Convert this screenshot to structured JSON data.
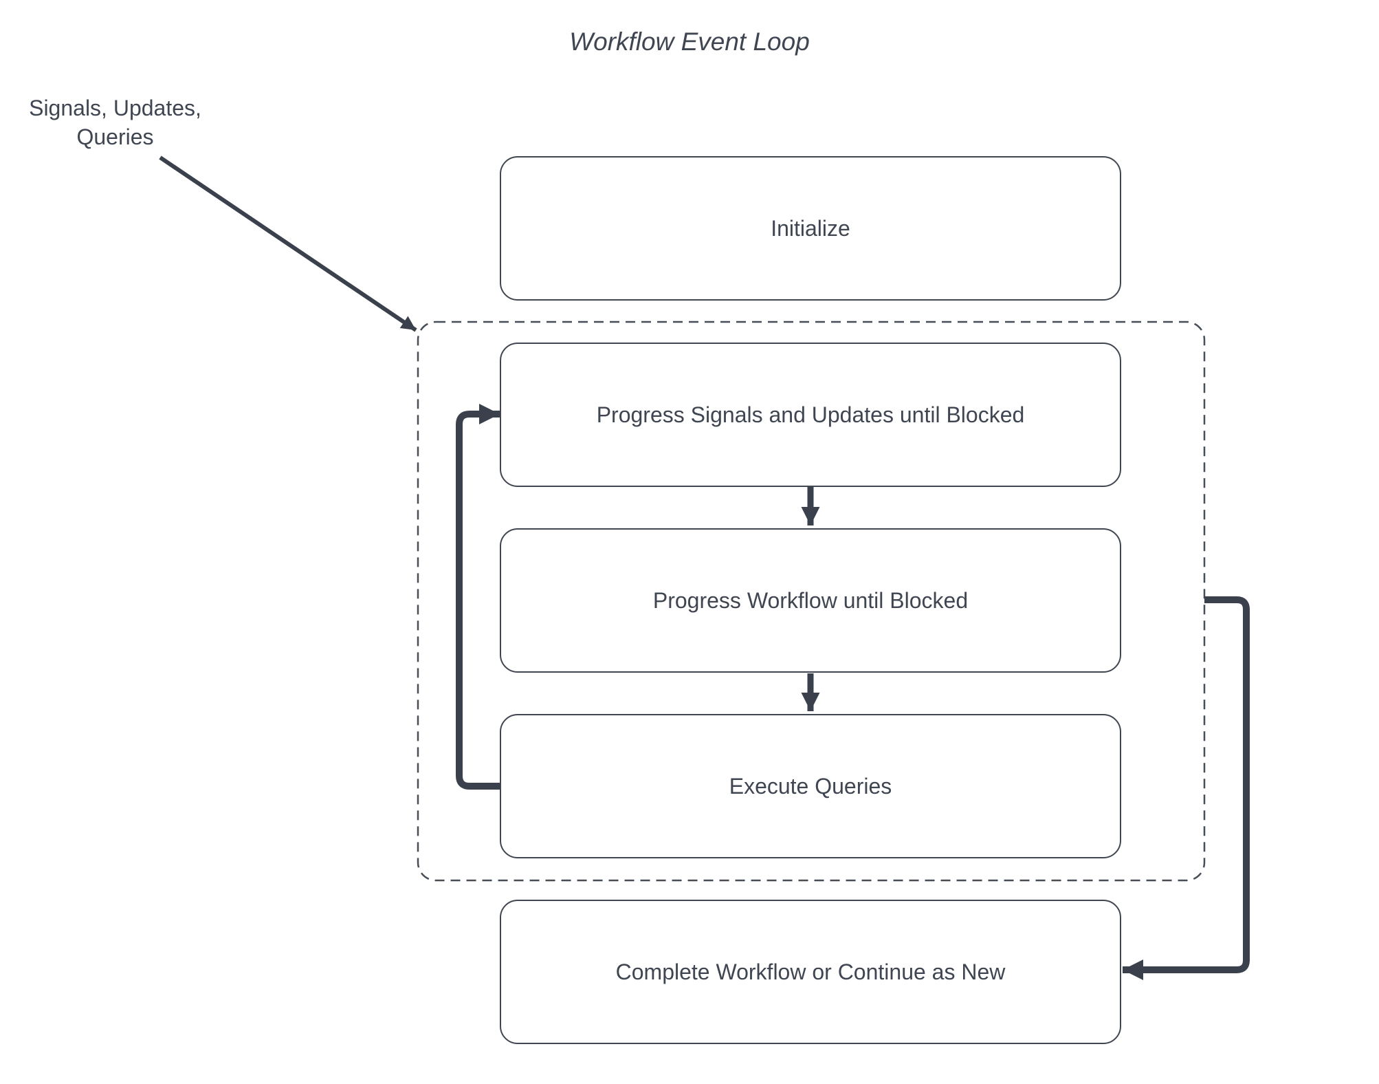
{
  "title": "Workflow Event Loop",
  "annotation": {
    "line1": "Signals, Updates,",
    "line2": "Queries"
  },
  "nodes": {
    "initialize": {
      "label": "Initialize"
    },
    "progress_signals": {
      "label": "Progress Signals and Updates until Blocked"
    },
    "progress_workflow": {
      "label": "Progress Workflow until Blocked"
    },
    "execute_queries": {
      "label": "Execute Queries"
    },
    "complete_workflow": {
      "label": "Complete Workflow or Continue as New"
    }
  },
  "edges": [
    {
      "id": "signals-to-event-loop",
      "from": "signals-updates-queries-label",
      "to": "event-loop-boundary",
      "style": "thin-arrow"
    },
    {
      "id": "progress-signals-to-progress-workflow",
      "from": "progress_signals",
      "to": "progress_workflow",
      "style": "thick-arrow-down"
    },
    {
      "id": "progress-workflow-to-execute-queries",
      "from": "progress_workflow",
      "to": "execute_queries",
      "style": "thick-arrow-down"
    },
    {
      "id": "execute-queries-loop-back",
      "from": "execute_queries",
      "to": "progress_signals",
      "style": "thick-arrow-loop-left"
    },
    {
      "id": "event-loop-to-complete-workflow",
      "from": "event-loop-boundary",
      "to": "complete_workflow",
      "style": "thick-arrow-right-side"
    }
  ],
  "colors": {
    "line": "#3a414d",
    "border": "#40464f",
    "text": "#404651",
    "background": "#ffffff"
  }
}
